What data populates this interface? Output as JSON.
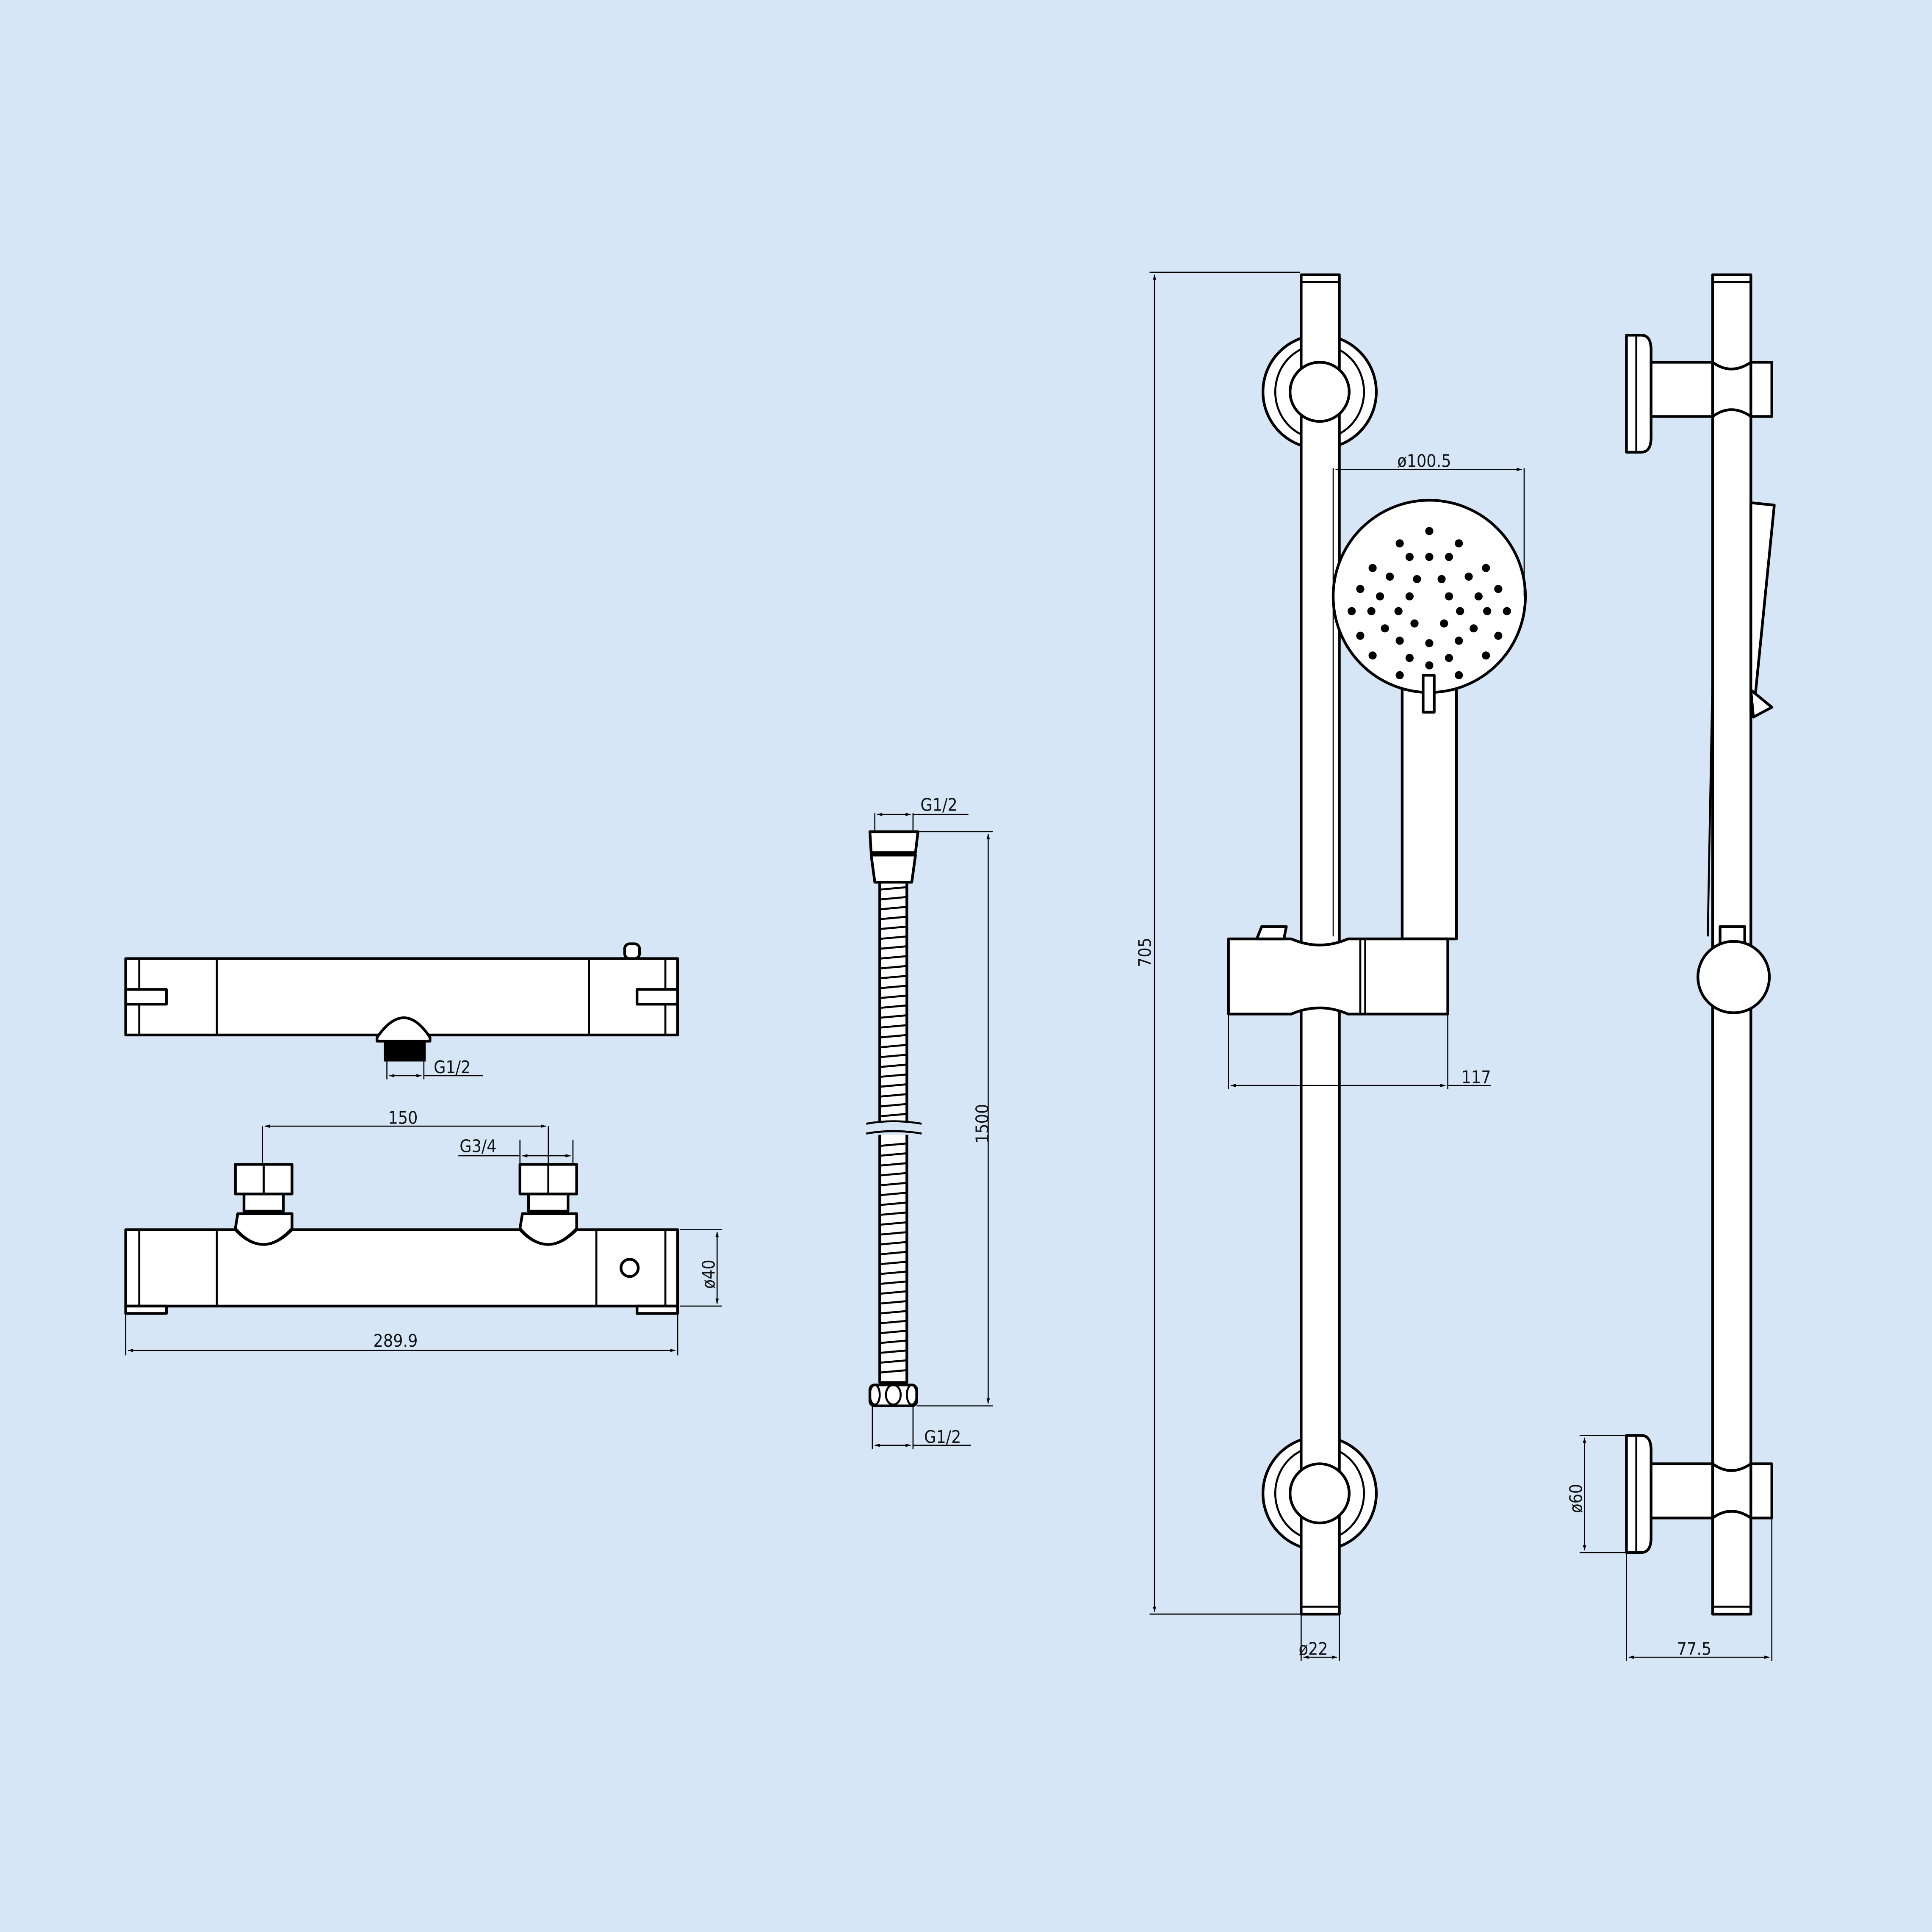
{
  "background_color": "#d6e6f6",
  "part_fill": "#ffffff",
  "line_color": "#000000",
  "thermostatic_valve": {
    "top_view": {
      "outlet_thread_label": "G1/2"
    },
    "front_view": {
      "inlet_spacing_label": "150",
      "inlet_thread_label": "G3/4",
      "body_diameter_label": "ø40",
      "overall_length_label": "289.9"
    }
  },
  "hose": {
    "top_thread_label": "G1/2",
    "length_label": "1500",
    "bottom_thread_label": "G1/2"
  },
  "riser_rail_front": {
    "total_height_label": "705",
    "handset_diameter_label": "ø100.5",
    "slider_projection_label": "117",
    "rail_diameter_label": "ø22"
  },
  "riser_rail_side": {
    "bracket_diameter_label": "ø60",
    "wall_projection_label": "77.5"
  }
}
